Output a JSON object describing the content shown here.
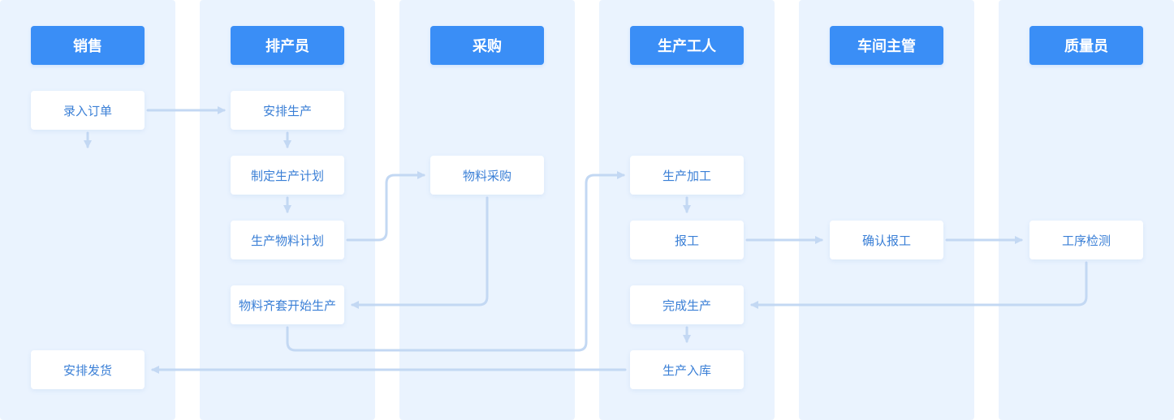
{
  "diagram": {
    "colors": {
      "lane_background": "#eaf3fe",
      "header_fill": "#3a8ef6",
      "header_text": "#ffffff",
      "node_fill": "#ffffff",
      "node_text": "#3a7fd6",
      "connector": "#c3d8f3"
    },
    "lanes": [
      {
        "id": "sales",
        "title": "销售"
      },
      {
        "id": "scheduler",
        "title": "排产员"
      },
      {
        "id": "purchasing",
        "title": "采购"
      },
      {
        "id": "worker",
        "title": "生产工人"
      },
      {
        "id": "supervisor",
        "title": "车间主管"
      },
      {
        "id": "quality",
        "title": "质量员"
      }
    ],
    "nodes": {
      "enter_order": "录入订单",
      "arrange_shipment": "安排发货",
      "arrange_production": "安排生产",
      "make_plan": "制定生产计划",
      "material_plan": "生产物料计划",
      "materials_ready": "物料齐套开始生产",
      "material_purchase": "物料采购",
      "processing": "生产加工",
      "report_work": "报工",
      "complete_production": "完成生产",
      "warehousing": "生产入库",
      "confirm_report": "确认报工",
      "process_inspection": "工序检测"
    },
    "connections": [
      {
        "from": "enter_order",
        "to": "arrange_production"
      },
      {
        "from": "arrange_production",
        "to": "make_plan"
      },
      {
        "from": "make_plan",
        "to": "material_plan"
      },
      {
        "from": "material_plan",
        "to": "material_purchase"
      },
      {
        "from": "material_purchase",
        "to": "materials_ready"
      },
      {
        "from": "materials_ready",
        "to": "processing"
      },
      {
        "from": "processing",
        "to": "report_work"
      },
      {
        "from": "report_work",
        "to": "confirm_report"
      },
      {
        "from": "confirm_report",
        "to": "process_inspection"
      },
      {
        "from": "process_inspection",
        "to": "complete_production"
      },
      {
        "from": "complete_production",
        "to": "warehousing"
      },
      {
        "from": "warehousing",
        "to": "arrange_shipment"
      }
    ]
  }
}
